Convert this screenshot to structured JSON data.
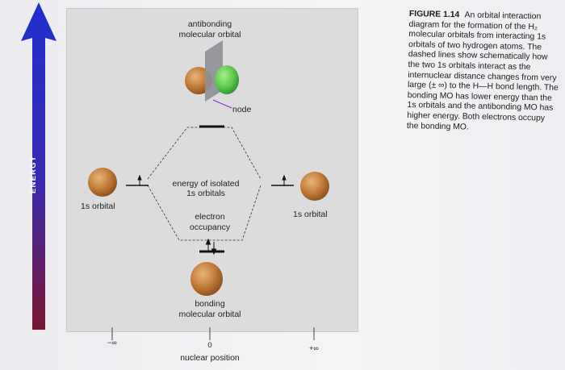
{
  "figure": {
    "number": "FIGURE 1.14",
    "caption": "An orbital interaction diagram for the formation of the H₂ molecular orbitals from interacting 1s orbitals of two hydrogen atoms. The dashed lines show schematically how the two 1s orbitals interact as the internuclear distance changes from very large (± ∞) to the H—H bond length. The bonding MO has lower energy than the 1s orbitals and the antibonding MO has higher energy. Both electrons occupy the bonding MO."
  },
  "axis": {
    "energy_label": "ENERGY",
    "x_label": "nuclear position",
    "ticks": [
      "−∞",
      "0",
      "+∞"
    ]
  },
  "labels": {
    "antibonding_line1": "antibonding",
    "antibonding_line2": "molecular orbital",
    "node": "node",
    "energy_isolated_line1": "energy of isolated",
    "energy_isolated_line2": "1s orbitals",
    "left_orbital": "1s orbital",
    "right_orbital": "1s orbital",
    "electron_line1": "electron",
    "electron_line2": "occupancy",
    "bonding_line1": "bonding",
    "bonding_line2": "molecular orbital"
  },
  "colors": {
    "energy_arrow_top": "#1f2fd0",
    "energy_arrow_bottom": "#7a1530",
    "orbital_brown": "#b7702f",
    "orbital_green": "#59c24a",
    "node_plane": "#8a8a92",
    "node_leader": "#7a2cc8"
  }
}
